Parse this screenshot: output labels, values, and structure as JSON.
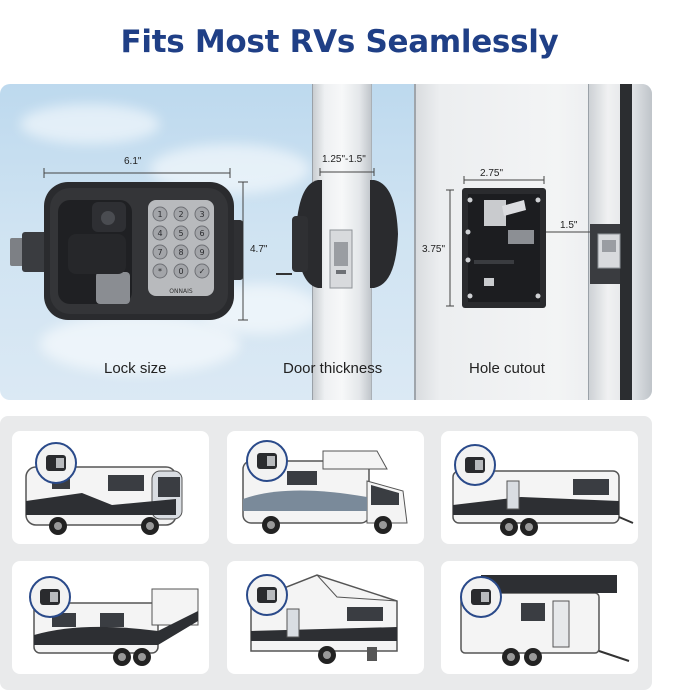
{
  "title": "Fits Most RVs Seamlessly",
  "specs": {
    "lock_size": {
      "caption": "Lock size",
      "width": "6.1\"",
      "height": "4.7\""
    },
    "door_thickness": {
      "caption": "Door thickness",
      "range": "1.25\"-1.5\""
    },
    "hole_cutout": {
      "caption": "Hole cutout",
      "width": "2.75\"",
      "height": "3.75\"",
      "offset": "1.5\""
    }
  },
  "lock_brand": "ONNAIS",
  "keypad_keys": [
    "1",
    "2",
    "3",
    "4",
    "5",
    "6",
    "7",
    "8",
    "9",
    "*",
    "0",
    "✓"
  ],
  "rv_types": [
    {
      "type": "class-a-motorhome-icon"
    },
    {
      "type": "class-c-motorhome-icon"
    },
    {
      "type": "travel-trailer-icon"
    },
    {
      "type": "fifth-wheel-icon"
    },
    {
      "type": "pop-up-trailer-icon"
    },
    {
      "type": "cargo-trailer-icon"
    }
  ],
  "colors": {
    "title": "#1f3f86",
    "lock_body": "#2a2b2e",
    "keypad": "#b8babd",
    "accent_circle": "#2a4a8a"
  }
}
